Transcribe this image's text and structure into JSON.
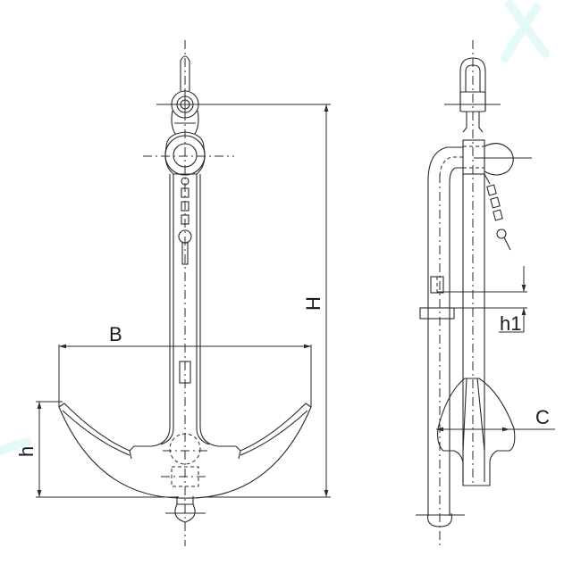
{
  "drawing": {
    "title": "Anchor dimension drawing",
    "views": [
      "front-view",
      "side-view"
    ],
    "colors": {
      "line": "#2a2a2a",
      "background": "#ffffff",
      "watermark": "#dff8f8"
    }
  },
  "dimensions": {
    "B": "B",
    "H": "H",
    "h": "h",
    "h1": "h1",
    "C": "C"
  }
}
